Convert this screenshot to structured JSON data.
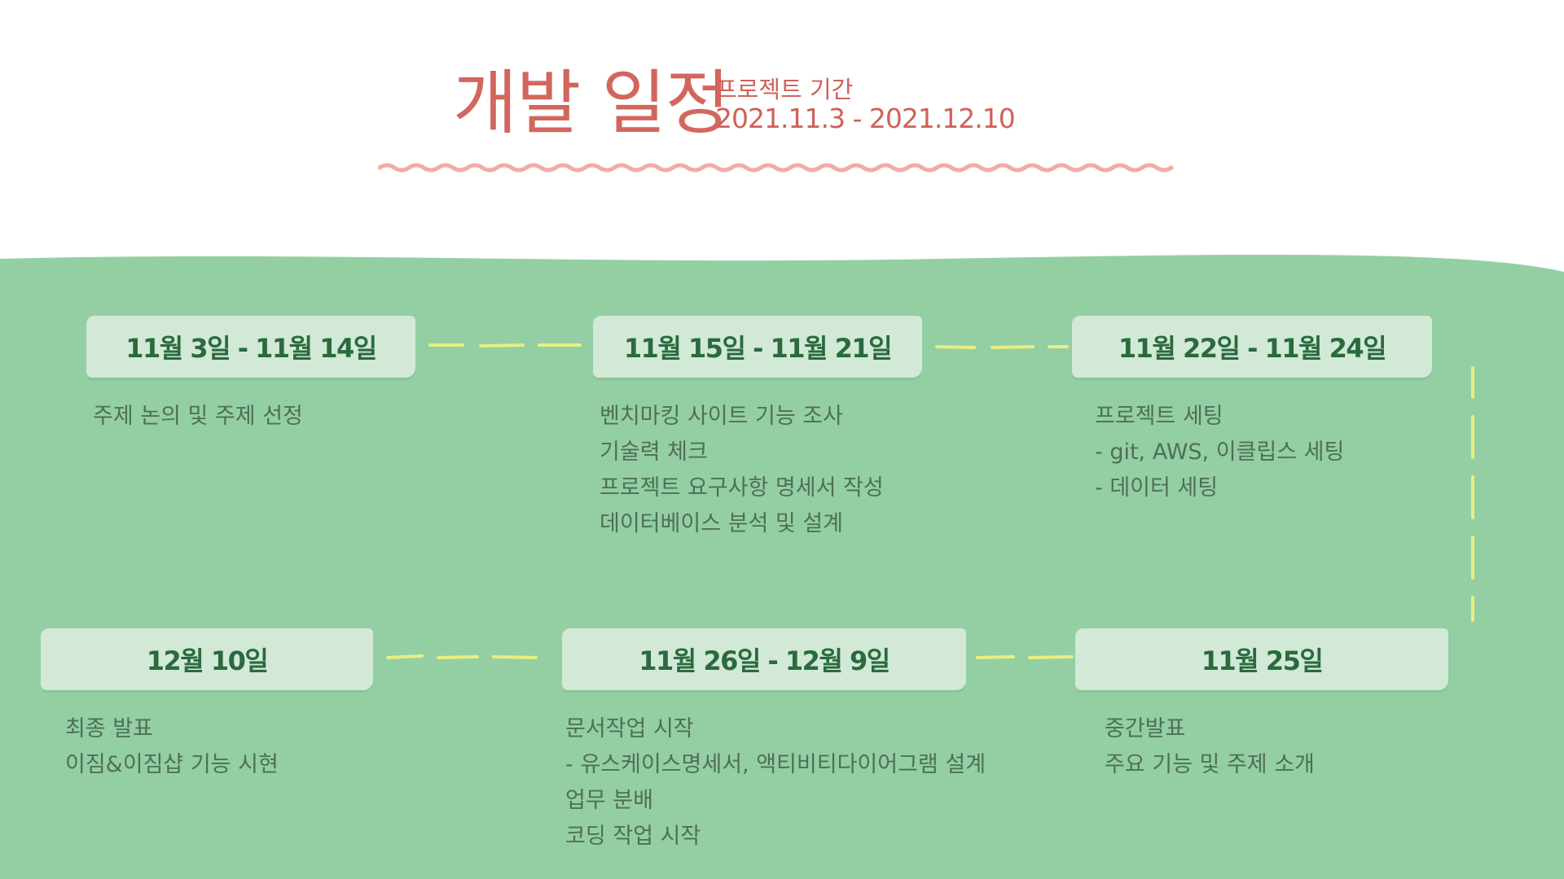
{
  "title": {
    "main": "개발 일정",
    "label": "프로젝트 기간",
    "range": "2021.11.3 - 2021.12.10"
  },
  "colors": {
    "title": "#d2665e",
    "wave": "#f3aaa6",
    "background_green": "#93cfa2",
    "box": "#d1e9d6",
    "box_text": "#2a6a3e",
    "task_text": "#4f6f57",
    "connector": "#e8ee84"
  },
  "stages": [
    {
      "date": "11월 3일 - 11월 14일",
      "tasks": [
        "주제 논의 및 주제 선정"
      ]
    },
    {
      "date": "11월 15일 - 11월 21일",
      "tasks": [
        "벤치마킹 사이트 기능 조사",
        "기술력 체크",
        "프로젝트 요구사항 명세서 작성",
        "데이터베이스 분석 및 설계"
      ]
    },
    {
      "date": "11월 22일 - 11월 24일",
      "tasks": [
        "프로젝트 세팅",
        "- git, AWS, 이클립스 세팅",
        "- 데이터 세팅"
      ]
    },
    {
      "date": "11월 25일",
      "tasks": [
        "중간발표",
        "주요 기능 및 주제 소개"
      ]
    },
    {
      "date": "11월 26일 - 12월 9일",
      "tasks": [
        "문서작업 시작",
        "- 유스케이스명세서, 액티비티다이어그램 설계",
        "업무 분배",
        "코딩 작업 시작"
      ]
    },
    {
      "date": "12월 10일",
      "tasks": [
        "최종 발표",
        "이짐&이짐샵 기능 시현"
      ]
    }
  ]
}
